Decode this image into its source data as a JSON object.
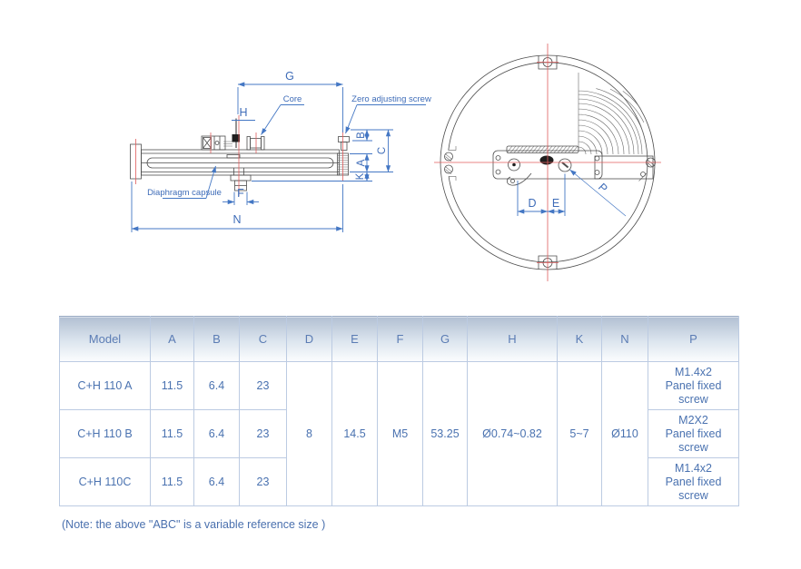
{
  "drawing": {
    "left": {
      "g": "G",
      "h": "H",
      "b": "B",
      "c": "C",
      "a": "A",
      "k": "K",
      "f": "F",
      "n": "N",
      "core": "Core",
      "zero_screw": "Zero adjusting screw",
      "capsule": "Diaphragm capsule"
    },
    "right": {
      "d": "D",
      "e": "E",
      "p": "P"
    }
  },
  "table": {
    "headers": [
      "Model",
      "A",
      "B",
      "C",
      "D",
      "E",
      "F",
      "G",
      "H",
      "K",
      "N",
      "P"
    ],
    "rows": [
      {
        "model": "C+H 110 A",
        "a": "11.5",
        "b": "6.4",
        "c": "23",
        "p": "M1.4x2\nPanel fixed\nscrew"
      },
      {
        "model": "C+H 110 B",
        "a": "11.5",
        "b": "6.4",
        "c": "23",
        "p": "M2X2\nPanel fixed\nscrew"
      },
      {
        "model": "C+H 110C",
        "a": "11.5",
        "b": "6.4",
        "c": "23",
        "p": "M1.4x2\nPanel fixed\nscrew"
      }
    ],
    "shared": {
      "d": "8",
      "e": "14.5",
      "f": "M5",
      "g": "53.25",
      "h": "Ø0.74~0.82",
      "k": "5~7",
      "n": "Ø110"
    }
  },
  "note": "(Note: the above \"ABC\" is a variable reference size )",
  "colors": {
    "dimension_blue": "#4477c4",
    "label_blue": "#3e6cb8",
    "centerline_red": "#e05c5c",
    "outline_gray": "#4d4d4d",
    "table_border": "#bccbe2",
    "header_gradient_top": "#b2c0d3"
  }
}
